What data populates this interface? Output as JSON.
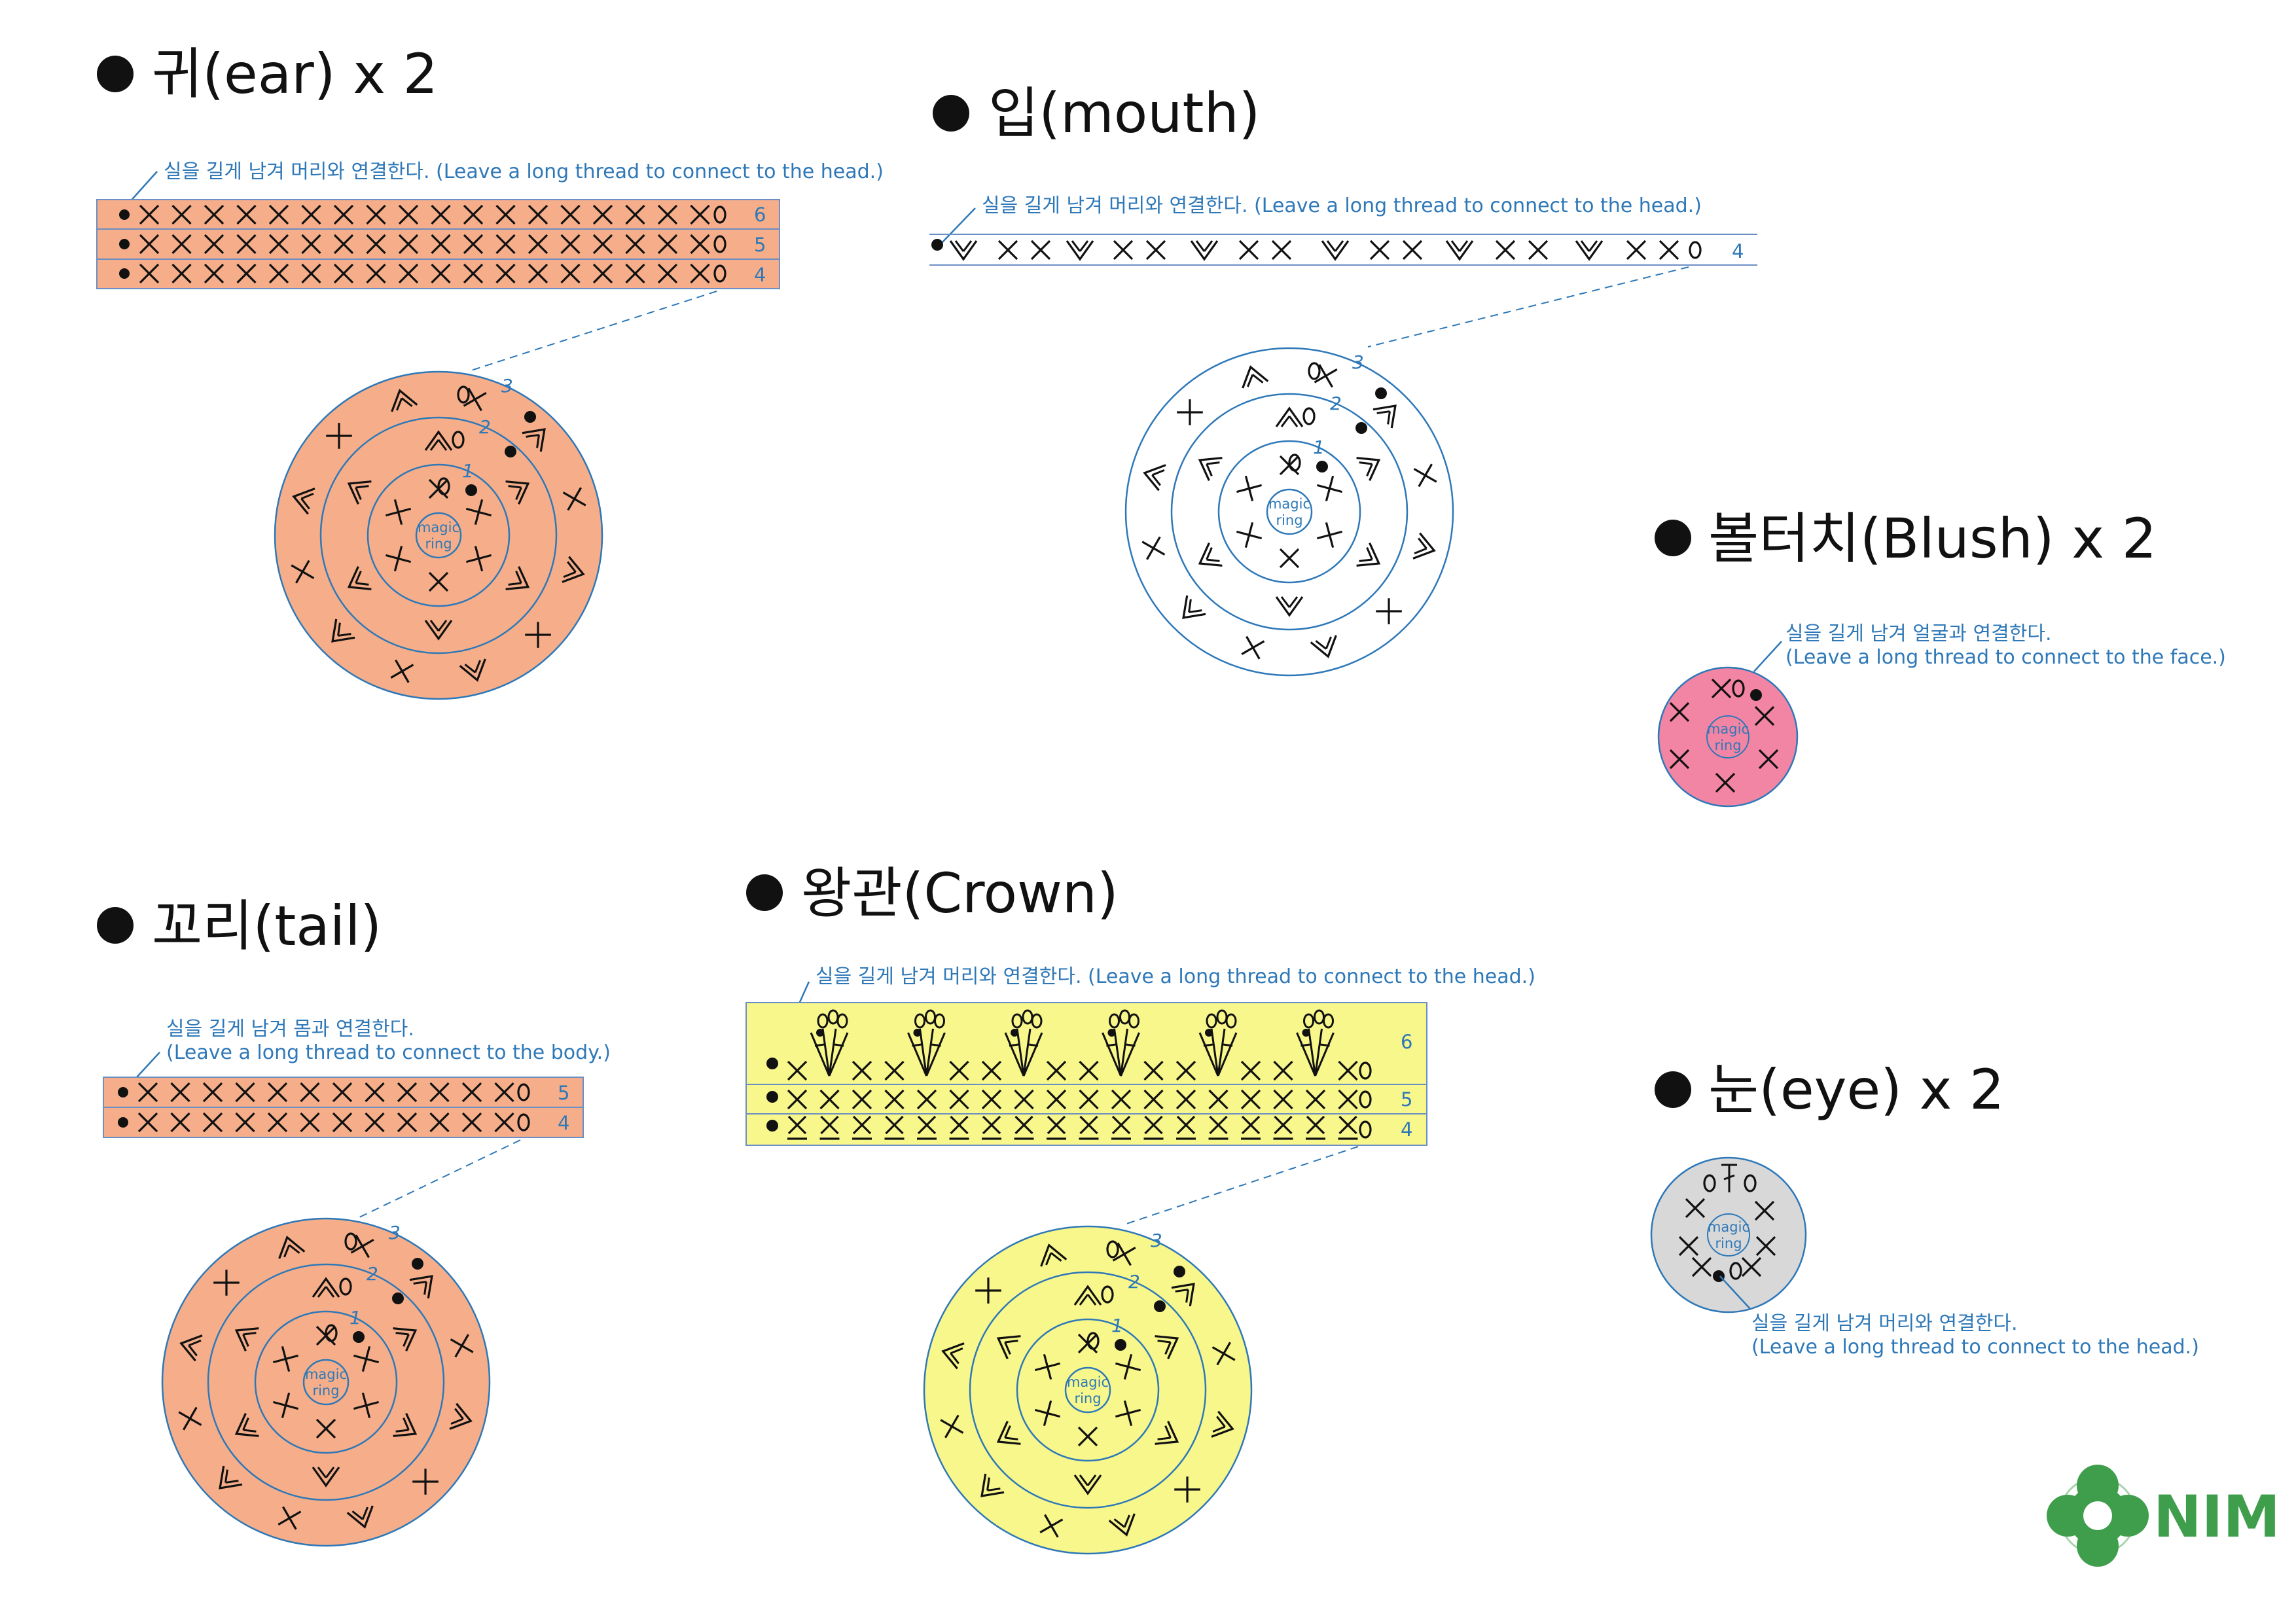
{
  "colors": {
    "ear": "#f5ae89",
    "tail": "#f5ae89",
    "mouth": "#ffffff",
    "blush": "#f385a4",
    "crown": "#f8f78b",
    "eye": "#d8d8d8",
    "line": "#2e78b8",
    "stitch": "#111111",
    "brand": "#3f9e4b"
  },
  "common": {
    "magic_line1": "magic",
    "magic_line2": "ring",
    "one_mark": "1"
  },
  "sections": {
    "ear": {
      "title": "귀(ear) x 2"
    },
    "mouth": {
      "title": "입(mouth)"
    },
    "blush": {
      "title": "볼터치(Blush) x 2"
    },
    "tail": {
      "title": "꼬리(tail)"
    },
    "crown": {
      "title": "왕관(Crown)"
    },
    "eye": {
      "title": "눈(eye) x 2"
    }
  },
  "notes": {
    "ear": "실을 길게 남겨 머리와 연결한다. (Leave a long thread to connect to the head.)",
    "mouth": "실을 길게 남겨 머리와 연결한다. (Leave a long thread to connect to the head.)",
    "blush_l1": "실을 길게 남겨 얼굴과 연결한다.",
    "blush_l2": "(Leave a long thread to connect to the face.)",
    "tail_l1": "실을 길게 남겨 몸과 연결한다.",
    "tail_l2": "(Leave a long thread to connect to the body.)",
    "crown": "실을 길게 남겨 머리와 연결한다. (Leave a long thread to connect to the head.)",
    "eye_l1": "실을 길게 남겨 머리와 연결한다.",
    "eye_l2": "(Leave a long thread to connect to the head.)"
  },
  "rows": {
    "ear": [
      "6",
      "5",
      "4"
    ],
    "mouth": [
      "4"
    ],
    "tail": [
      "5",
      "4"
    ],
    "crown": [
      "6",
      "5",
      "4"
    ]
  },
  "rounds": {
    "r1": "1",
    "r2": "2",
    "r3": "3"
  },
  "logo": {
    "text": "NIM"
  }
}
